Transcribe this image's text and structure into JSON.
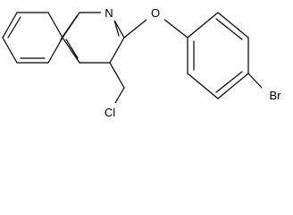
{
  "atoms": {
    "nitrogen": "N",
    "oxygen": "O",
    "chlorine": "Cl",
    "bromine": "Br"
  }
}
